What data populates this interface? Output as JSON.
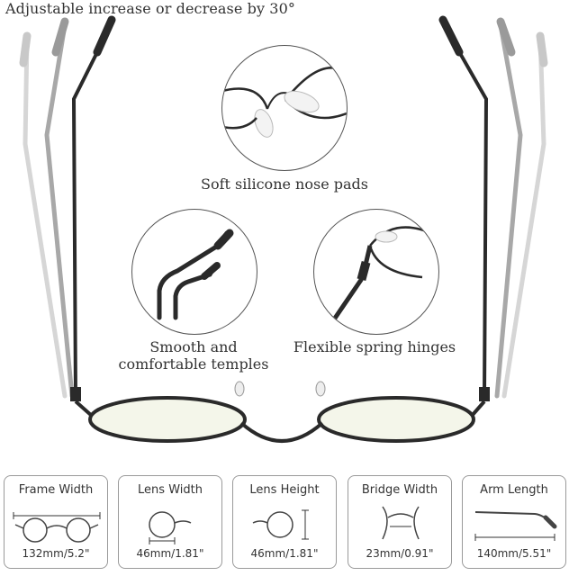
{
  "headline": "Adjustable increase or decrease by 30°",
  "features": [
    {
      "label": "Soft silicone nose pads",
      "icon": "nose-pad-closeup"
    },
    {
      "label": "Smooth and comfortable temples",
      "icon": "temple-closeup"
    },
    {
      "label": "Flexible spring hinges",
      "icon": "spring-hinge-closeup"
    }
  ],
  "specs": [
    {
      "title": "Frame Width",
      "value": "132mm/5.2\"",
      "icon": "frame-width-diagram"
    },
    {
      "title": "Lens Width",
      "value": "46mm/1.81\"",
      "icon": "lens-width-diagram"
    },
    {
      "title": "Lens Height",
      "value": "46mm/1.81\"",
      "icon": "lens-height-diagram"
    },
    {
      "title": "Bridge Width",
      "value": "23mm/0.91\"",
      "icon": "bridge-width-diagram"
    },
    {
      "title": "Arm Length",
      "value": "140mm/5.51\"",
      "icon": "arm-length-diagram"
    }
  ],
  "colors": {
    "frame": "#2a2a2a",
    "lens_tint": "#f4f6ea",
    "ghost": "#b8b8b8"
  }
}
